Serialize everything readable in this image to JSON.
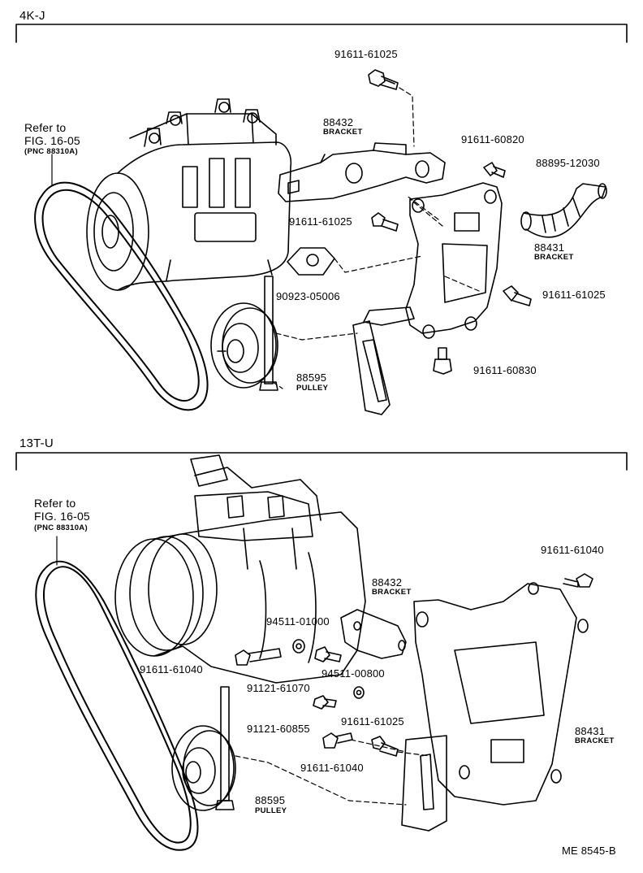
{
  "sections": [
    {
      "header": "4K-J",
      "refer": {
        "line1": "Refer to",
        "line2": "FIG. 16-05",
        "line3": "(PNC 88310A)"
      },
      "parts": [
        {
          "pnc": "91611-61025"
        },
        {
          "pnc": "88432",
          "name": "BRACKET"
        },
        {
          "pnc": "91611-60820"
        },
        {
          "pnc": "88895-12030"
        },
        {
          "pnc": "91611-61025"
        },
        {
          "pnc": "88431",
          "name": "BRACKET"
        },
        {
          "pnc": "90923-05006"
        },
        {
          "pnc": "91611-61025"
        },
        {
          "pnc": "88595",
          "name": "PULLEY"
        },
        {
          "pnc": "91611-60830"
        }
      ]
    },
    {
      "header": "13T-U",
      "refer": {
        "line1": "Refer to",
        "line2": "FIG. 16-05",
        "line3": "(PNC 88310A)"
      },
      "parts": [
        {
          "pnc": "91611-61040"
        },
        {
          "pnc": "88432",
          "name": "BRACKET"
        },
        {
          "pnc": "94511-01000"
        },
        {
          "pnc": "91611-61040"
        },
        {
          "pnc": "94511-00800"
        },
        {
          "pnc": "91121-61070"
        },
        {
          "pnc": "91121-60855"
        },
        {
          "pnc": "91611-61025"
        },
        {
          "pnc": "91611-61040"
        },
        {
          "pnc": "88431",
          "name": "BRACKET"
        },
        {
          "pnc": "88595",
          "name": "PULLEY"
        }
      ]
    }
  ],
  "figure_code": "ME  8545-B"
}
